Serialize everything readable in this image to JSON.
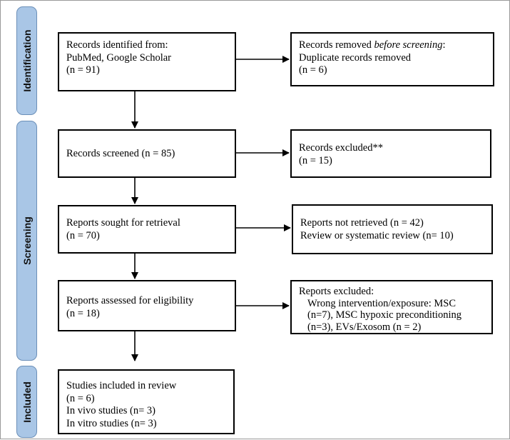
{
  "phases": {
    "identification": "Identification",
    "screening": "Screening",
    "included": "Included"
  },
  "boxes": {
    "identified": {
      "line1": "Records identified from:",
      "line2": "PubMed, Google Scholar",
      "line3": "(n = 91)"
    },
    "removed": {
      "line1_prefix": "Records removed ",
      "line1_italic": "before screening",
      "line1_suffix": ":",
      "line2": "Duplicate records removed",
      "line3": "(n = 6)"
    },
    "screened": {
      "line1": "Records screened (n = 85)"
    },
    "excluded_records": {
      "line1": "Records excluded**",
      "line2": "(n = 15)"
    },
    "sought": {
      "line1": "Reports sought for retrieval",
      "line2": "(n = 70)"
    },
    "not_retrieved": {
      "line1": "Reports not retrieved (n = 42)",
      "line2": "Review or systematic review (n= 10)"
    },
    "assessed": {
      "line1": "Reports assessed for eligibility",
      "line2": "(n = 18)"
    },
    "reports_excluded": {
      "line1": "Reports excluded:",
      "line2": "Wrong intervention/exposure: MSC",
      "line3": "(n=7), MSC hypoxic preconditioning",
      "line4": "(n=3), EVs/Exosom (n = 2)"
    },
    "included": {
      "line1": "Studies included in review",
      "line2": "(n = 6)",
      "line3": "In vivo studies (n= 3)",
      "line4": "In vitro studies (n= 3)"
    }
  }
}
